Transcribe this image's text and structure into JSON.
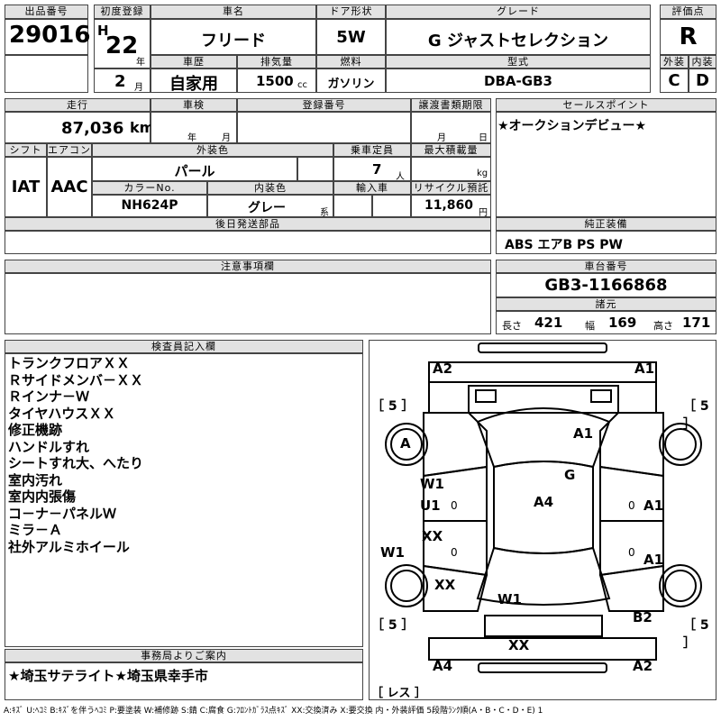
{
  "labels": {
    "lot_no": "出品番号",
    "first_reg": "初度登録",
    "car_name": "車名",
    "door": "ドア形状",
    "grade": "グレード",
    "score": "評価点",
    "history": "車歴",
    "displacement": "排気量",
    "fuel": "燃料",
    "model": "型式",
    "exterior": "外装",
    "interior": "内装",
    "mileage": "走行",
    "inspection": "車検",
    "plate": "登録番号",
    "transfer_deadline": "譲渡書類期限",
    "sales_point": "セールスポイント",
    "shift": "シフト",
    "aircon": "エアコン",
    "ext_color": "外装色",
    "capacity": "乗車定員",
    "max_load": "最大積載量",
    "color_no": "カラーNo.",
    "int_color": "内装色",
    "import": "輸入車",
    "recycle": "リサイクル預託金",
    "later_parts": "後日発送部品",
    "genuine": "純正装備",
    "caution": "注意事項欄",
    "chassis": "車台番号",
    "specs": "諸元",
    "inspector": "検査員記入欄",
    "office": "事務局よりご案内"
  },
  "units": {
    "year": "年",
    "month": "月",
    "cc": "cc",
    "km": "km",
    "persons": "人",
    "kg": "kg",
    "yen": "円",
    "kei": "系"
  },
  "values": {
    "lot_no": "29016",
    "era": "H",
    "year": "22",
    "month": "2",
    "car_name": "フリード",
    "door": "5W",
    "grade": "G ジャストセレクション",
    "score": "R",
    "history": "自家用",
    "displacement": "1500",
    "fuel": "ガソリン",
    "model": "DBA-GB3",
    "exterior_score": "C",
    "interior_score": "D",
    "mileage": "87,036",
    "shift": "IAT",
    "aircon": "AAC",
    "ext_color": "パール",
    "capacity": "7",
    "color_no": "NH624P",
    "int_color": "グレー",
    "recycle": "11,860",
    "genuine": "ABS エアB PS PW",
    "chassis": "GB3-1166868",
    "length_label": "長さ",
    "length": "421",
    "width_label": "幅",
    "width": "169",
    "height_label": "高さ",
    "height": "171",
    "sales_point": "★オークションデビュー★",
    "office_note": "★埼玉サテライト★埼玉県幸手市"
  },
  "inspector_notes": [
    "トランクフロアＸＸ",
    "Ｒサイドメンバ－ＸＸ",
    "Ｒインナ－Ｗ",
    "タイヤハウスＸＸ",
    "修正機跡",
    "ハンドルすれ",
    "シートすれ大、へたり",
    "室内汚れ",
    "室内内張傷",
    "コ－ナ－パネルＷ",
    "ミラ－Ａ",
    "社外アルミホイール"
  ],
  "diagram": {
    "marks": {
      "front_left": "A2",
      "front_right": "A1",
      "wheel_fl": "A",
      "hood": "A1",
      "windshield": "G",
      "left_front_door_1": "W1",
      "left_front_door_2": "U1",
      "roof": "A4",
      "right_front_door": "A1",
      "left_rear_door": "XX",
      "right_rear_door": "A1",
      "left_sill": "W1",
      "left_rear_fender": "XX",
      "rear_glass": "W1",
      "rear_right": "B2",
      "trunk": "XX",
      "rear_left_corner": "A4",
      "rear_right_corner": "A2",
      "pillar_mark_1": "0",
      "pillar_mark_2": "0",
      "pillar_mark_3": "0",
      "pillar_mark_4": "0"
    },
    "tire_depths": [
      "［ 5 ］",
      "［ 5 ］",
      "［ 5 ］",
      "［ 5 ］"
    ],
    "spare": "［ レス ］"
  },
  "legend": "A:ｷｽﾞ U:ﾍｺﾐ B:ｷｽﾞを伴うﾍｺﾐ P:要塗装 W:補修跡 S:錆 C:腐食 G:ﾌﾛﾝﾄｶﾞﾗｽ点ｷｽﾞ XX:交換済み X:要交換 内・外装評価 5段階ﾗﾝｸ順(A・B・C・D・E) 1"
}
